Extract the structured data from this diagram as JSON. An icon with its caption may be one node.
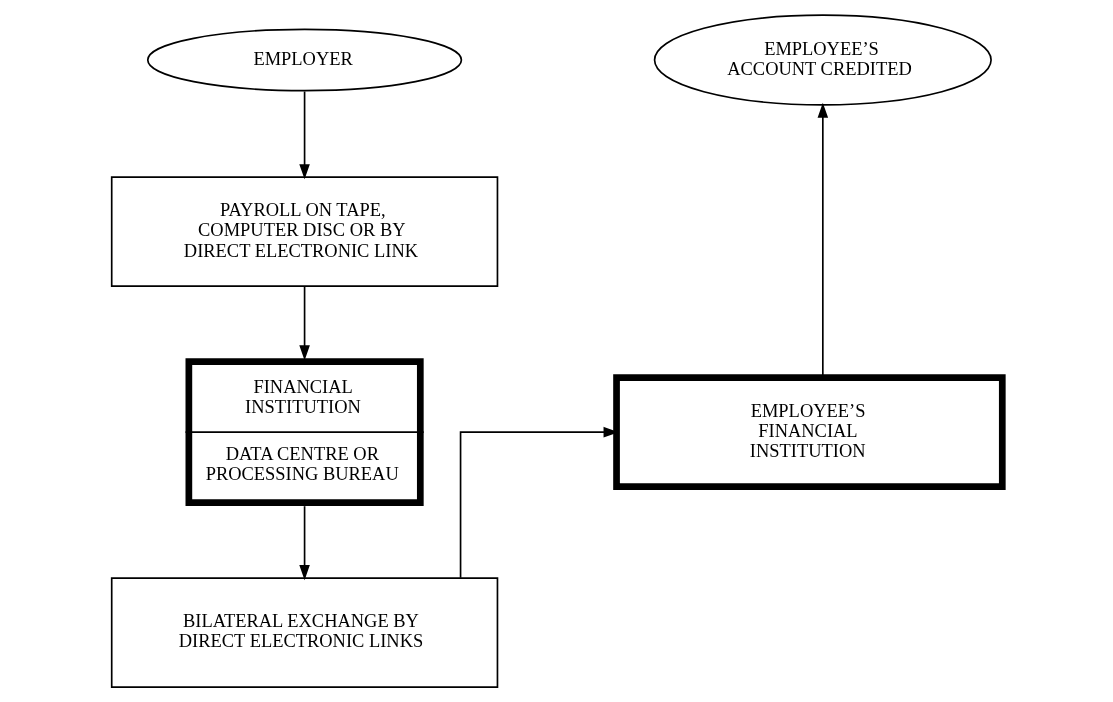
{
  "diagram": {
    "nodes": [
      {
        "text": [
          "EMPLOYER"
        ]
      },
      {
        "text": [
          "PAYROLL ON TAPE, COMPUTER DISC OR BY DIRECT ELECTRONIC LINK"
        ]
      },
      {
        "text": [
          "FINANCIAL INSTITUTION",
          "DATA CENTRE OR PROCESSING BUREAU"
        ]
      },
      {
        "text": [
          "BILATERAL EXCHANGE BY DIRECT ELECTRONIC LINKS"
        ]
      },
      {
        "text": [
          "EMPLOYEE’S FINANCIAL INSTITUTION"
        ]
      },
      {
        "text": [
          "EMPLOYEE’S ACCOUNT CREDITED"
        ]
      }
    ],
    "edges": [
      {
        "from": 0,
        "to": 1,
        "arrow": "to"
      },
      {
        "from": 1,
        "to": 2,
        "arrow": "to"
      },
      {
        "from": 2,
        "to": 3,
        "arrow": "to"
      },
      {
        "from": 3,
        "to": 4,
        "arrow": "to"
      },
      {
        "from": 4,
        "to": 5,
        "arrow": "to"
      }
    ]
  }
}
